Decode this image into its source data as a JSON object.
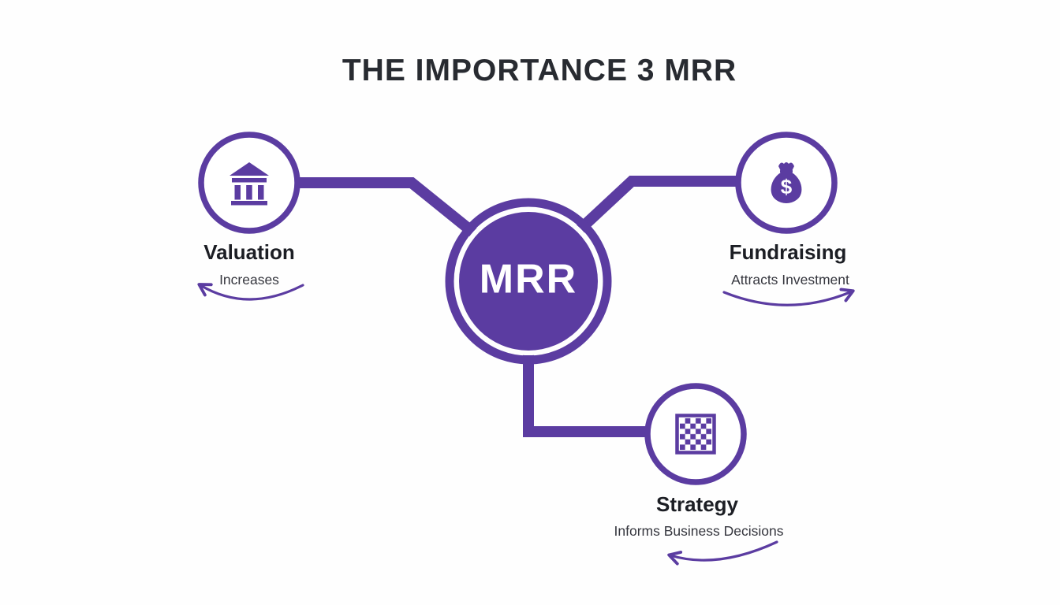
{
  "title": "THE IMPORTANCE 3 MRR",
  "center": {
    "label": "MRR"
  },
  "nodes": [
    {
      "id": "valuation",
      "label": "Valuation",
      "sublabel": "Increases",
      "icon": "bank-icon"
    },
    {
      "id": "fundraising",
      "label": "Fundraising",
      "sublabel": "Attracts Investment",
      "icon": "money-bag-icon",
      "icon_glyph": "$"
    },
    {
      "id": "strategy",
      "label": "Strategy",
      "sublabel": "Informs Business Decisions",
      "icon": "chessboard-icon"
    }
  ],
  "colors": {
    "accent": "#5B3CA1",
    "title_text": "#282B31",
    "label_text": "#1C1E24",
    "subtext": "#35363E",
    "background": "#FEFEFE",
    "center_label_text": "#FFFFFF"
  }
}
